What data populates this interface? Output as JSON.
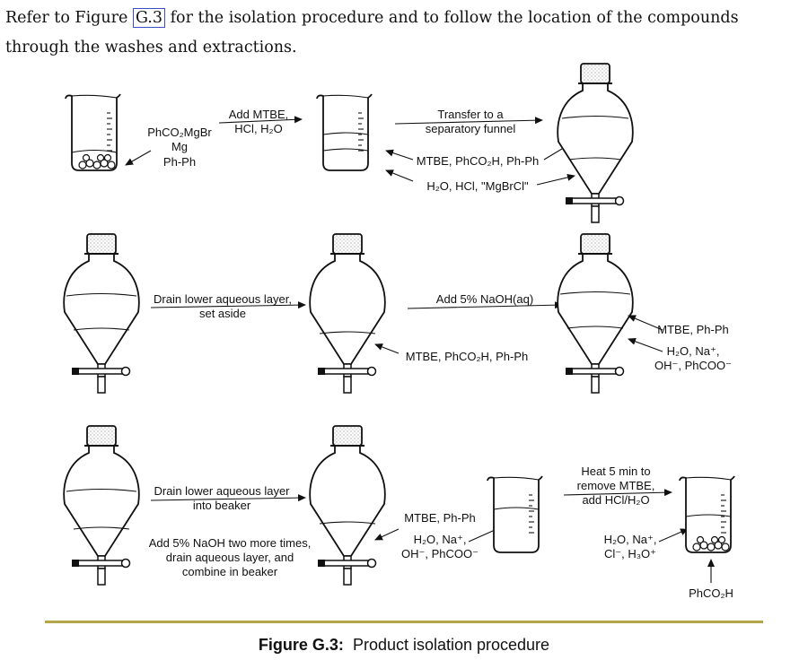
{
  "intro": {
    "before": "Refer to Figure ",
    "figref": "G.3",
    "after": " for the isolation procedure and to follow the location of the compounds through the washes and extractions."
  },
  "row1": {
    "beaker1_contents": [
      "PhCO₂MgBr",
      "Mg",
      "Ph-Ph"
    ],
    "step1": [
      "Add MTBE,",
      "HCl, H₂O"
    ],
    "step2": [
      "Transfer to a",
      "separatory funnel"
    ],
    "organic_layer": "MTBE, PhCO₂H, Ph-Ph",
    "aqueous_layer": "H₂O, HCl, \"MgBrCl\""
  },
  "row2": {
    "step1": [
      "Drain lower aqueous layer,",
      "set aside"
    ],
    "funnel2_layer": "MTBE, PhCO₂H, Ph-Ph",
    "step2": "Add 5% NaOH(aq)",
    "organic_layer": "MTBE, Ph-Ph",
    "aqueous_layer": [
      "H₂O, Na⁺,",
      "OH⁻, PhCOO⁻"
    ]
  },
  "row3": {
    "step1": [
      "Drain lower aqueous layer",
      "into beaker"
    ],
    "note": [
      "Add 5% NaOH two more times,",
      "drain aqueous layer, and",
      "combine in beaker"
    ],
    "funnel_organic": "MTBE, Ph-Ph",
    "beaker_contents": [
      "H₂O, Na⁺,",
      "OH⁻, PhCOO⁻"
    ],
    "step2": [
      "Heat 5 min to",
      "remove MTBE,",
      "add HCl/H₂O"
    ],
    "final_aqueous": [
      "H₂O, Na⁺,",
      "Cl⁻, H₃O⁺"
    ],
    "product": "PhCO₂H"
  },
  "caption": {
    "label": "Figure G.3:",
    "text": "Product isolation procedure"
  },
  "colors": {
    "rule": "#b8a548",
    "figref_box": "#3b4fc4"
  }
}
